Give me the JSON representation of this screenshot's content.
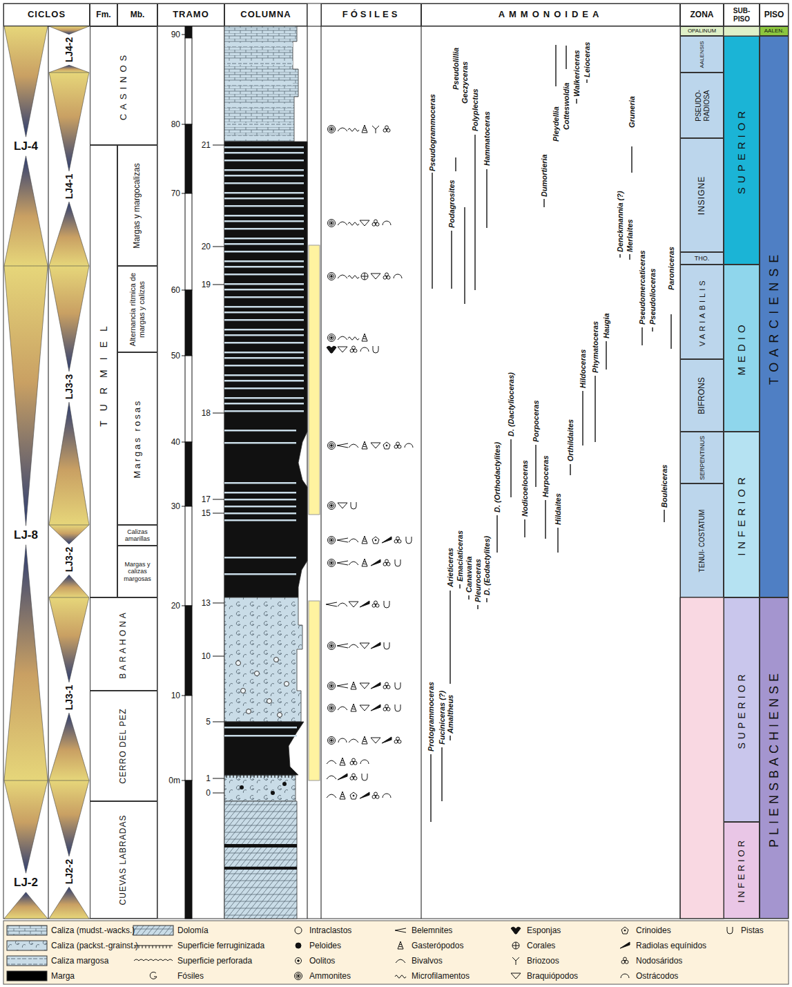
{
  "diagram": {
    "nodes": [
      {
        "text": [
          "CICLOS"
        ]
      },
      {
        "text": [
          "Fm."
        ]
      },
      {
        "text": [
          "Mb."
        ]
      },
      {
        "text": [
          "TRAMO"
        ]
      },
      {
        "text": [
          "COLUMNA"
        ]
      },
      {
        "text": [
          "FÓSILES"
        ]
      },
      {
        "text": [
          "AMMONOIDEA"
        ]
      },
      {
        "text": [
          "ZONA"
        ]
      },
      {
        "text": [
          "SUB- PISO"
        ]
      },
      {
        "text": [
          "PISO"
        ]
      },
      {
        "text": [
          "LJ-4"
        ]
      },
      {
        "text": [
          "LJ-8"
        ]
      },
      {
        "text": [
          "LJ-2"
        ]
      },
      {
        "text": [
          "LJ4-2"
        ]
      },
      {
        "text": [
          "LJ4-1"
        ]
      },
      {
        "text": [
          "LJ3-3"
        ]
      },
      {
        "text": [
          "LJ3-2"
        ]
      },
      {
        "text": [
          "LJ3-1"
        ]
      },
      {
        "text": [
          "LJ2-2"
        ]
      },
      {
        "text": [
          "CASINOS"
        ]
      },
      {
        "text": [
          "TURMIEL"
        ]
      },
      {
        "text": [
          "BARAHONA"
        ]
      },
      {
        "text": [
          "CERRO DEL PEZ"
        ]
      },
      {
        "text": [
          "CUEVAS LABRADAS"
        ]
      },
      {
        "text": [
          "Margas y margocalizas"
        ]
      },
      {
        "text": [
          "Alternancia rítmica de margas y calizas"
        ]
      },
      {
        "text": [
          "Margas rosas"
        ]
      },
      {
        "text": [
          "Calizas amarillas"
        ]
      },
      {
        "text": [
          "Margas y calizas margosas"
        ]
      },
      {
        "text": [
          "OPALINUM"
        ]
      },
      {
        "text": [
          "AALENSIS"
        ]
      },
      {
        "text": [
          "PSEUDO- RADIOSA"
        ]
      },
      {
        "text": [
          "INSIGNE"
        ]
      },
      {
        "text": [
          "THO."
        ]
      },
      {
        "text": [
          "VARIABILIS"
        ]
      },
      {
        "text": [
          "BIFRONS"
        ]
      },
      {
        "text": [
          "SERPENTINUS"
        ]
      },
      {
        "text": [
          "TENUI- COSTATUM"
        ]
      },
      {
        "text": [
          "SUPERIOR"
        ]
      },
      {
        "text": [
          "MEDIO"
        ]
      },
      {
        "text": [
          "INFERIOR"
        ]
      },
      {
        "text": [
          "SUPERIOR"
        ]
      },
      {
        "text": [
          "INFERIOR"
        ]
      },
      {
        "text": [
          "AALEN."
        ]
      },
      {
        "text": [
          "TOARCIENSE"
        ]
      },
      {
        "text": [
          "PLIENSBACHIENSE"
        ]
      }
    ],
    "labels": [
      "90",
      "80",
      "70",
      "60",
      "50",
      "40",
      "30",
      "20",
      "10",
      "0m",
      "21",
      "20",
      "19",
      "18",
      "17",
      "15",
      "13",
      "10",
      "5",
      "1",
      "0",
      "Pseudogrammoceras",
      "Podagrosites",
      "Pseudolillia",
      "Geczyceras",
      "Polyplectus",
      "Hammatoceras",
      "Protogrammoceras",
      "Fuciniceras (?)",
      "Arieticeras",
      "Amaltheus",
      "Emaciaticeras",
      "Canavaria",
      "Pleuroceras",
      "D. (Eodactylites)",
      "D. (Orthodactylites)",
      "D. (Dactylioceras)",
      "Nodicoeloceras",
      "Porpoceras",
      "Harpoceras",
      "Hildaites",
      "Orthildaites",
      "Hildoceras",
      "Phymatoceras",
      "Haugia",
      "Dumortieria",
      "Pleydellia",
      "Cotteswoldia",
      "Walkericeras",
      "Leioceras",
      "Gruneria",
      "Denckmannia (?)",
      "Merlaites",
      "Pseudomercaticeras",
      "Pseudolioceras",
      "Paroniceras",
      "Bouleiceras"
    ],
    "legend": [
      {
        "text": "Caliza (mudst.-wacks.)"
      },
      {
        "text": "Caliza (packst.-grainst.)"
      },
      {
        "text": "Caliza margosa"
      },
      {
        "text": "Marga",
        "color": "#000000"
      },
      {
        "text": "Dolomía"
      },
      {
        "text": "Superficie ferruginizada"
      },
      {
        "text": "Superficie perforada"
      },
      {
        "text": "Fósiles"
      },
      {
        "text": "Intraclastos"
      },
      {
        "text": "Peloides"
      },
      {
        "text": "Oolitos"
      },
      {
        "text": "Ammonites"
      },
      {
        "text": "Belemnites"
      },
      {
        "text": "Gasterópodos"
      },
      {
        "text": "Bivalvos"
      },
      {
        "text": "Microfilamentos"
      },
      {
        "text": "Esponjas"
      },
      {
        "text": "Corales"
      },
      {
        "text": "Briozoos"
      },
      {
        "text": "Braquiópodos"
      },
      {
        "text": "Crinoides"
      },
      {
        "text": "Radiolas equínidos"
      },
      {
        "text": "Nodosáridos"
      },
      {
        "text": "Ostrácodos"
      },
      {
        "text": "Pistas"
      }
    ]
  }
}
